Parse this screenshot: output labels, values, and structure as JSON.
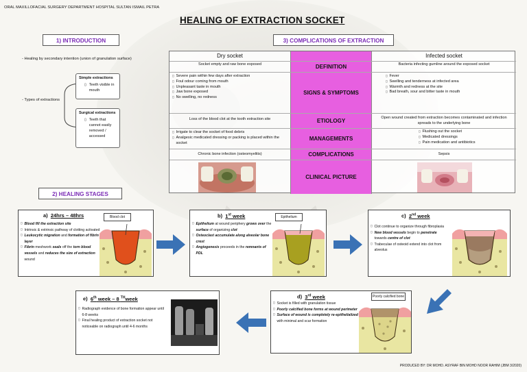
{
  "header": {
    "department": "ORAL MAXILLOFACIAL SURGERY DEPARTMENT HOSPITAL SULTAN ISMAIL PETRA",
    "title": "HEALING OF EXTRACTION SOCKET"
  },
  "intro": {
    "section_title": "1)   INTRODUCTION",
    "healing_text": "- Healing by secondary intention (union of granulation surface)",
    "types_text": "- Types of extractions",
    "simple": {
      "title": "Simple extractions",
      "item": "Teeth visible in mouth"
    },
    "surgical": {
      "title": "Surgical extractions",
      "item": "Teeth that cannot easily removed / accessed"
    }
  },
  "complications": {
    "section_title": "3)   COMPLICATIONS OF EXTRACTION",
    "col_left": "Dry socket",
    "col_right": "Infected socket",
    "rows": [
      {
        "label": "DEFINITION",
        "left": "Socket empty and raw bone exposed",
        "right": "Bacteria infecting gumline around the exposed socket"
      },
      {
        "label": "SIGNS & SYMPTOMS",
        "left_items": [
          "Severe pain within few days after extraction",
          "Foul odour coming from mouth",
          "Unpleasant taste in mouth",
          "Jaw bone exposed",
          "No swelling, no redness"
        ],
        "right_items": [
          "Fever",
          "Swelling and tenderness at infected area",
          "Warmth and redness at the site",
          "Bad breath, sour and bitter taste in mouth"
        ]
      },
      {
        "label": "ETIOLOGY",
        "left": "Loss of the blood clot at the tooth extraction site",
        "right": "Open wound created from extraction becomes contaminated and infection spreads to the underlying bone"
      },
      {
        "label": "MANAGEMENTS",
        "left_items": [
          "Irrigate to clear the socket of food debris",
          "Analgesic medicated dressing or packing is placed within the socket"
        ],
        "right_items": [
          "Flushing out the socket",
          "Medicated dressings",
          "Pain medication and antibiotics"
        ]
      },
      {
        "label": "COMPLICATIONS",
        "left": "Chronic bone infection (osteomyelitis)",
        "right": "Sepsis"
      },
      {
        "label": "CLINICAL PICTURE"
      }
    ]
  },
  "healing": {
    "section_title": "2)   HEALING STAGES",
    "stage_a": {
      "num": "a)",
      "title": "24hrs – 48hrs",
      "label": "Blood clot",
      "items": [
        {
          "b": "Blood fill the extraction site"
        },
        {
          "t": "Intrinsic & extrinsic pathway of clotting activated"
        },
        {
          "b": "Leukocytic migration",
          "t": " and ",
          "b2": "formation of fibrin layer"
        },
        {
          "b": "Fibrin",
          "t": " meshwork ",
          "b2": "seals",
          "t2": " off the ",
          "b3": "torn blood vessels",
          "t3": " and ",
          "b4": "reduces the size of extraction",
          "t4": " wound"
        }
      ]
    },
    "stage_b": {
      "num": "b)",
      "week": "1",
      "week_sup": "st",
      "week_word": " week",
      "label": "Epithelium",
      "items": [
        {
          "b": "Epithelium",
          "t": " at wound periphery ",
          "b2": "grows over",
          "t2": " the ",
          "b3": "surface",
          "t3": " of organizing ",
          "b4": "clot"
        },
        {
          "b": "Osteoclast accumulate along alveolar bone crest"
        },
        {
          "b": "Angiogenesis",
          "t": " proceeds in the ",
          "b2": "remnants of PDL"
        }
      ]
    },
    "stage_c": {
      "num": "c)",
      "week": "2",
      "week_sup": "nd",
      "week_word": " week",
      "items": [
        {
          "t": "Clot continue to organize through fibroplasia"
        },
        {
          "b": "New blood vessels",
          "t": " begin to ",
          "b2": "penetrate",
          "t2": " towards ",
          "b3": "centre of clot"
        },
        {
          "t": "Trabeculae of osteoid extend into clot from alveolus"
        }
      ]
    },
    "stage_d": {
      "num": "d)",
      "week": "3",
      "week_sup": "rd",
      "week_word": " week",
      "label": "Poorly calcified bone",
      "items": [
        {
          "t": "Socket is filled with granulation tissue"
        },
        {
          "b": "Poorly calcified bone forms at wound perimeter"
        },
        {
          "b": "Surface of wound is completely re-epithelialized",
          "t": " with minimal and scar formation"
        }
      ]
    },
    "stage_e": {
      "num": "e)",
      "w1": "6",
      "w1_sup": "th",
      "mid": " week – 8 ",
      "w2_sup": "TH",
      "w2_word": "week",
      "items": [
        {
          "t": "Radiograph evidence of bone formation appear until 6-8 weeks"
        },
        {
          "t": "Final healing product of extraction socket not noticeable on radiograph until 4-6 months"
        }
      ]
    }
  },
  "footer": "PRODUCED BY: DR MOHD. ASYRAF BIN MOHD NOOR RAHIM (JBM 3/2020)",
  "colors": {
    "accent": "#7a2bb5",
    "magenta": "#e75fe0",
    "arrow": "#3a72b5",
    "blood": "#e0501c",
    "gum": "#f0a0a0"
  }
}
